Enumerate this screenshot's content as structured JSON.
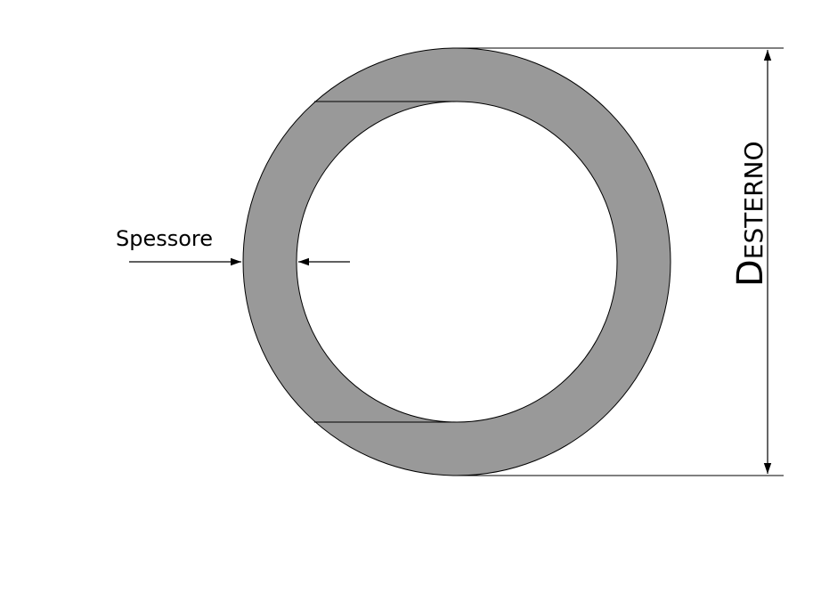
{
  "labels": {
    "thickness": "Spessore",
    "outer_diameter_initial": "D",
    "outer_diameter_rest": "ESTERNO"
  },
  "colors": {
    "ring_fill": "#999999",
    "stroke": "#000000",
    "background": "#ffffff"
  }
}
